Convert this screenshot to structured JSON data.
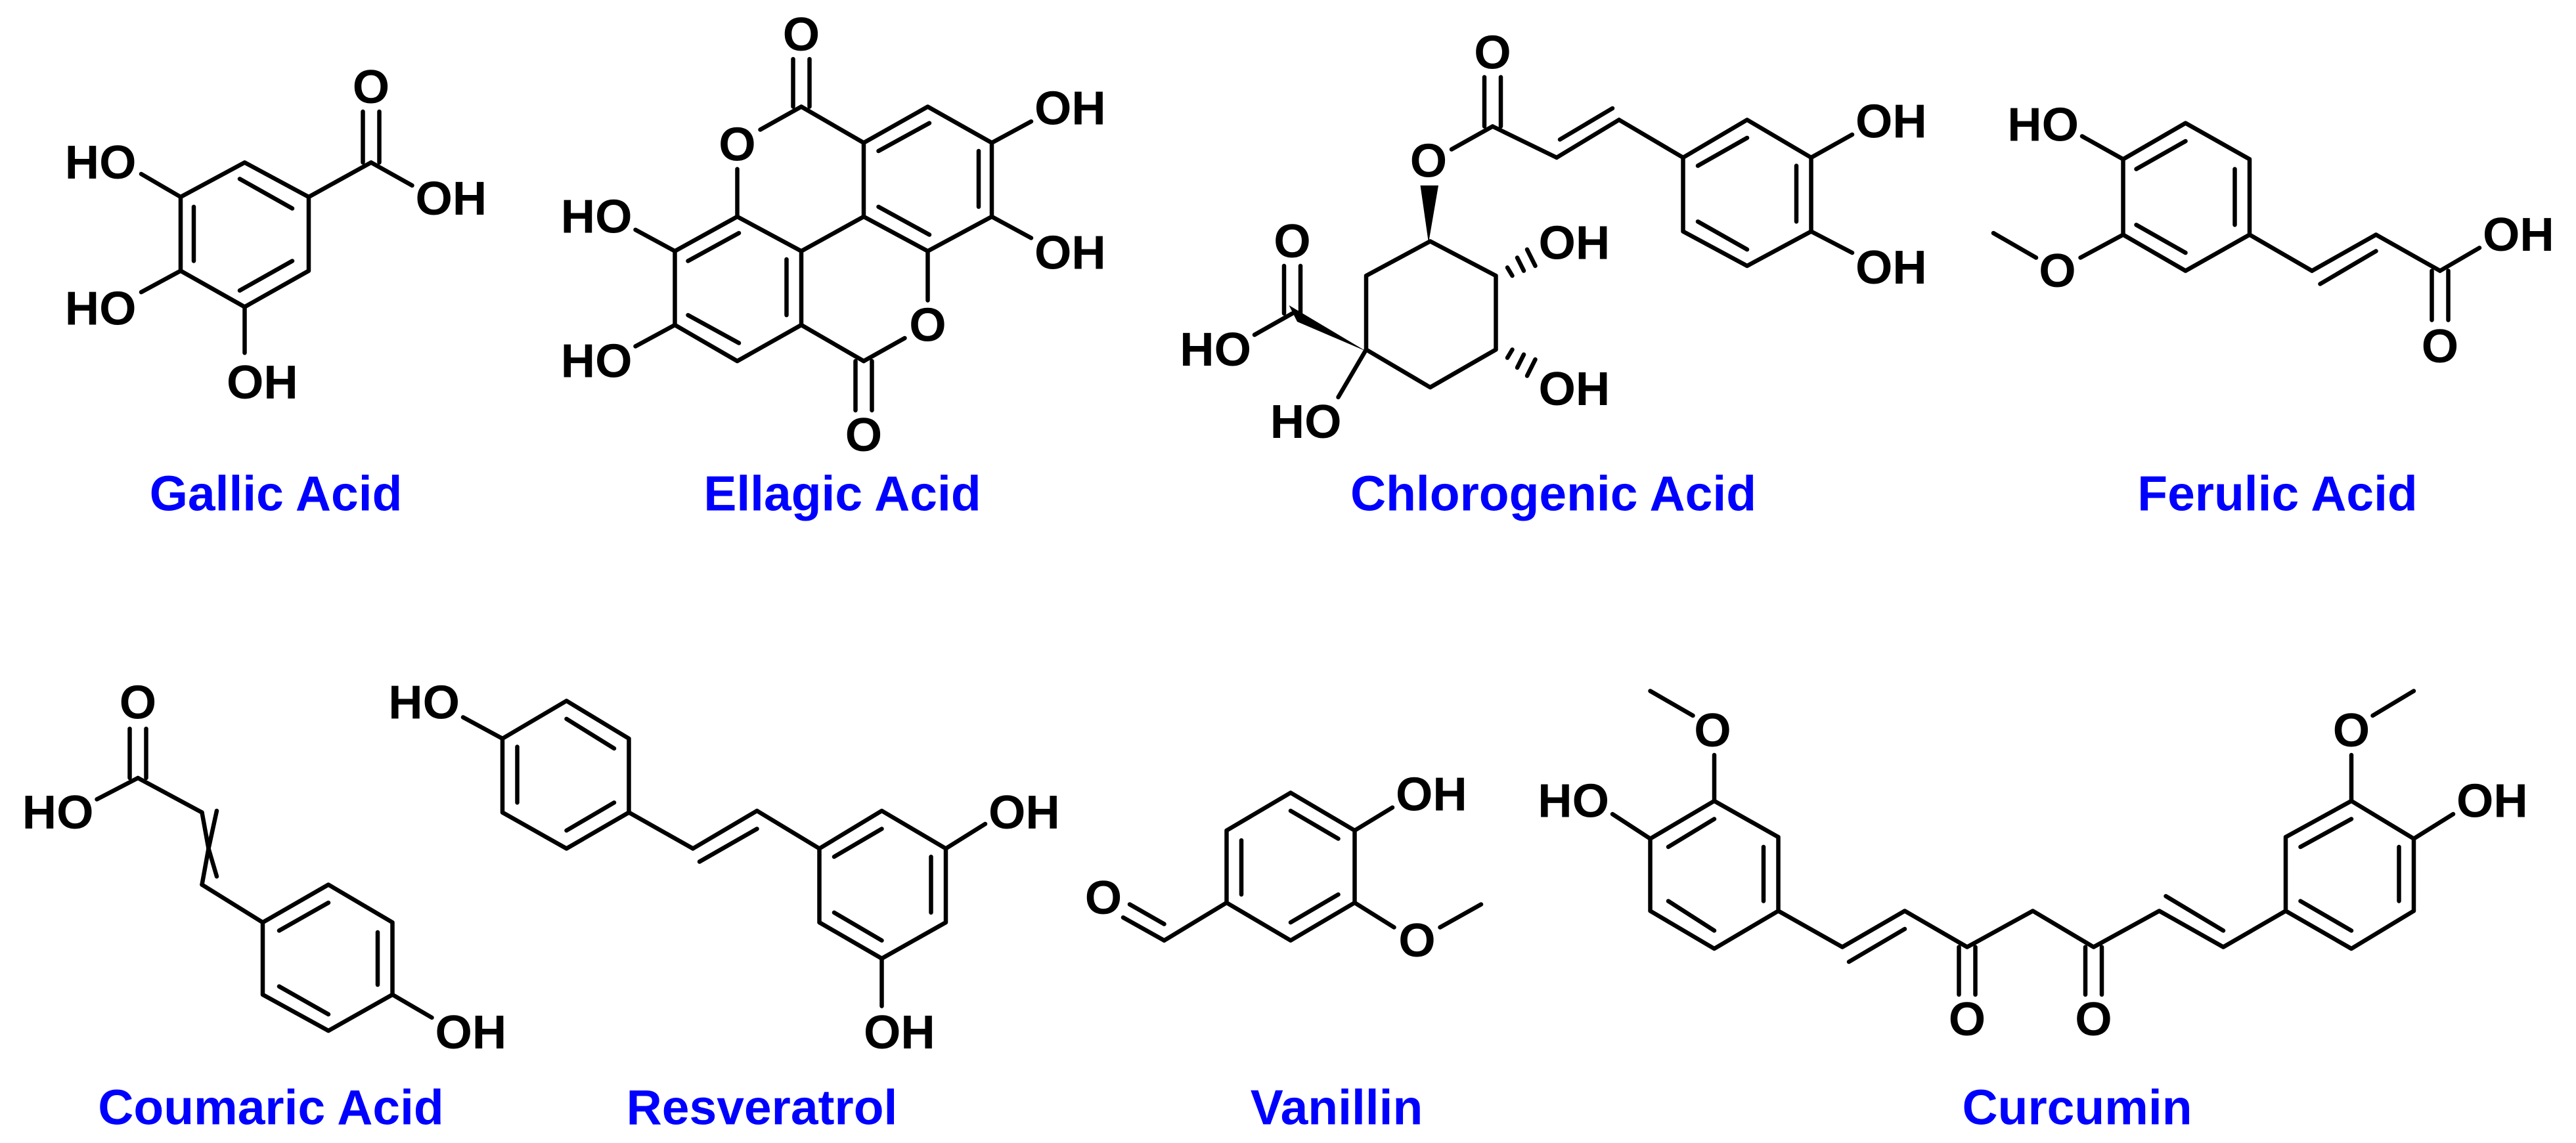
{
  "figure": {
    "background": "#ffffff",
    "label_color": "#0000FF",
    "bond_color": "#000000"
  },
  "compounds": [
    {
      "name": "Gallic Acid",
      "atoms": {
        "ho1": "HO",
        "ho2": "HO",
        "oh3": "OH",
        "co_o": "O",
        "co_oh": "OH"
      }
    },
    {
      "name": "Ellagic Acid",
      "atoms": {
        "o_top": "O",
        "o_ring1": "O",
        "o_ring2": "O",
        "o_bottom": "O",
        "oh1": "OH",
        "oh2": "OH",
        "ho1": "HO",
        "ho2": "HO"
      }
    },
    {
      "name": "Chlorogenic Acid",
      "atoms": {
        "o_ester": "O",
        "o_carbonyl": "O",
        "oh_ar1": "OH",
        "oh_ar2": "OH",
        "oh_c2": "OH",
        "oh_c3": "OH",
        "cooh_o": "O",
        "cooh_ho": "HO",
        "ho_c5": "HO"
      }
    },
    {
      "name": "Ferulic Acid",
      "atoms": {
        "ho": "HO",
        "o_me": "O",
        "oh": "OH",
        "o": "O"
      }
    },
    {
      "name": "Coumaric Acid",
      "atoms": {
        "o": "O",
        "ho": "HO",
        "oh": "OH"
      }
    },
    {
      "name": "Resveratrol",
      "atoms": {
        "ho": "HO",
        "oh1": "OH",
        "oh2": "OH"
      }
    },
    {
      "name": "Vanillin",
      "atoms": {
        "o_ald": "O",
        "oh": "OH",
        "o_me": "O"
      }
    },
    {
      "name": "Curcumin",
      "atoms": {
        "ho": "HO",
        "o_me1": "O",
        "o1": "O",
        "o2": "O",
        "o_me2": "O",
        "oh": "OH"
      }
    }
  ]
}
